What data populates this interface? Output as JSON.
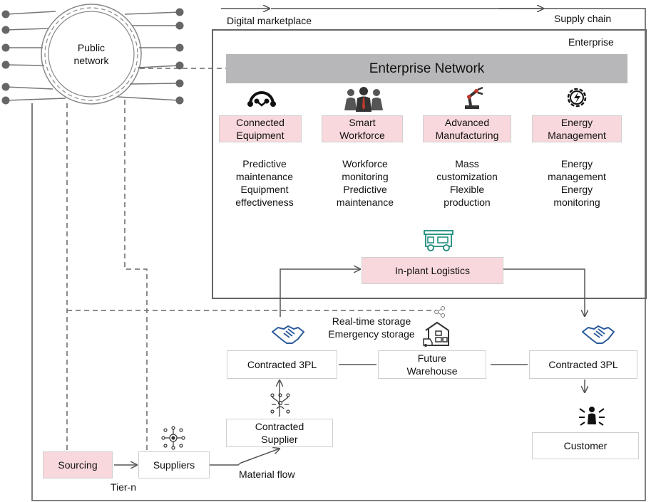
{
  "top": {
    "digital_marketplace": "Digital marketplace",
    "supply_chain": "Supply chain",
    "enterprise": "Enterprise"
  },
  "public_network": {
    "label": "Public\nnetwork"
  },
  "enterprise_network": {
    "title": "Enterprise Network"
  },
  "capabilities": [
    {
      "label": "Connected\nEquipment",
      "desc": "Predictive\nmaintenance\nEquipment\neffectiveness",
      "icon": "connected-nodes-icon"
    },
    {
      "label": "Smart\nWorkforce",
      "desc": "Workforce\nmonitoring\nPredictive\nmaintenance",
      "icon": "workforce-icon"
    },
    {
      "label": "Advanced\nManufacturing",
      "desc": "Mass\ncustomization\nFlexible\nproduction",
      "icon": "robot-arm-icon"
    },
    {
      "label": "Energy\nManagement",
      "desc": "Energy\nmanagement\nEnergy\nmonitoring",
      "icon": "energy-gear-icon"
    }
  ],
  "logistics": {
    "in_plant": "In-plant Logistics",
    "icon": "truck-icon"
  },
  "storage": {
    "text": "Real-time storage\nEmergency storage",
    "icon": "warehouse-icon"
  },
  "nodes": {
    "contracted_3pl_left": "Contracted 3PL",
    "future_warehouse": "Future\nWarehouse",
    "contracted_3pl_right": "Contracted 3PL",
    "contracted_supplier": "Contracted\nSupplier",
    "customer": "Customer",
    "sourcing": "Sourcing",
    "suppliers": "Suppliers"
  },
  "labels": {
    "tier_n": "Tier-n",
    "material_flow": "Material flow"
  },
  "colors": {
    "accent_pink": "#f8d8dc",
    "banner_gray": "#b7b7b9",
    "line": "#555555"
  }
}
